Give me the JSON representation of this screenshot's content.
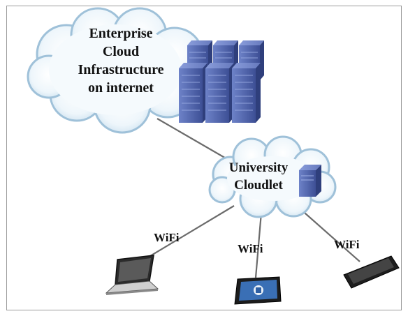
{
  "nodes": {
    "enterprise_cloud": {
      "lines": [
        "Enterprise",
        "Cloud",
        "Infrastructure",
        "on internet"
      ],
      "icon": "server-rack-cluster-icon"
    },
    "university_cloudlet": {
      "lines": [
        "University",
        "Cloudlet"
      ],
      "icon": "server-tower-icon"
    }
  },
  "devices": [
    {
      "name": "laptop",
      "icon": "laptop-icon",
      "link_label": "WiFi"
    },
    {
      "name": "tablet",
      "icon": "tablet-icon",
      "link_label": "WiFi"
    },
    {
      "name": "smartphone",
      "icon": "smartphone-icon",
      "link_label": "WiFi"
    }
  ],
  "colors": {
    "cloud_fill": "#dcecf6",
    "cloud_edge": "#9fc1d9",
    "server": "#4a5ea8",
    "link": "#6b6b6b"
  }
}
